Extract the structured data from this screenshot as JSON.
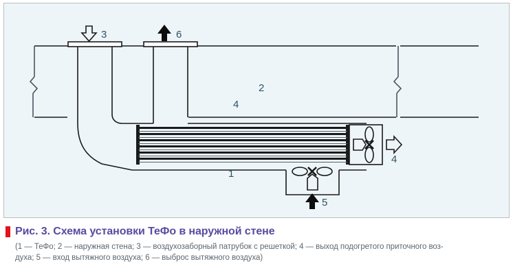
{
  "figure": {
    "canvas_bg": "#eef5f8",
    "line_color": "#1a1a1a",
    "label_color": "#2e5366",
    "labels": {
      "intake_duct": "3",
      "exhaust_stack": "6",
      "outer_wall": "2",
      "supply_outlet": "4",
      "supply_outlet_inner": "4",
      "tefo_unit": "1",
      "exhaust_inlet": "5"
    },
    "icons": {
      "intake_arrow": "arrow-down-outline-icon",
      "exhaust_arrow": "arrow-up-solid-icon",
      "supply_arrow": "arrow-right-outline-icon",
      "inlet_arrow": "arrow-up-solid-icon",
      "supply_fan": "fan-icon",
      "exhaust_fan": "fan-icon",
      "wall_break_left": "break-line-icon",
      "wall_break_right": "break-line-icon",
      "heat_exchanger": "plate-heat-exchanger-icon"
    }
  },
  "caption": {
    "bullet_color": "#e2131d",
    "title_color": "#5a4a9f",
    "title": "Рис. 3. Схема установки ТеФо в наружной стене",
    "line1": "(1 — ТеФо; 2 — наружная стена; 3 — воздухозаборный патрубок с решеткой; 4 — выход подогретого приточного воз-",
    "line2": "духа; 5 — вход вытяжного воздуха; 6 — выброс вытяжного воздуха)"
  }
}
